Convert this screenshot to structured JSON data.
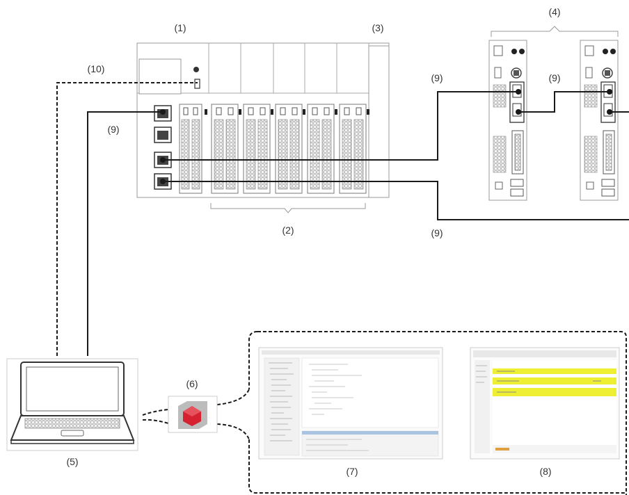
{
  "labels": {
    "controller": "(1)",
    "io_modules": "(2)",
    "end_module": "(3)",
    "servo_drives": "(4)",
    "laptop": "(5)",
    "software_icon": "(6)",
    "software_screen_a": "(7)",
    "software_screen_b": "(8)",
    "cable_a": "(9)",
    "cable_b": "(9)",
    "cable_c": "(9)",
    "cable_d": "(9)",
    "usb_cable": "(10)"
  },
  "colors": {
    "line": "#1a1a1a",
    "device_stroke": "#9a9a9a",
    "device_fill": "#ffffff",
    "highlight": "#eeee33",
    "icon_red": "#d62230",
    "icon_grey": "#bcbcbc"
  }
}
